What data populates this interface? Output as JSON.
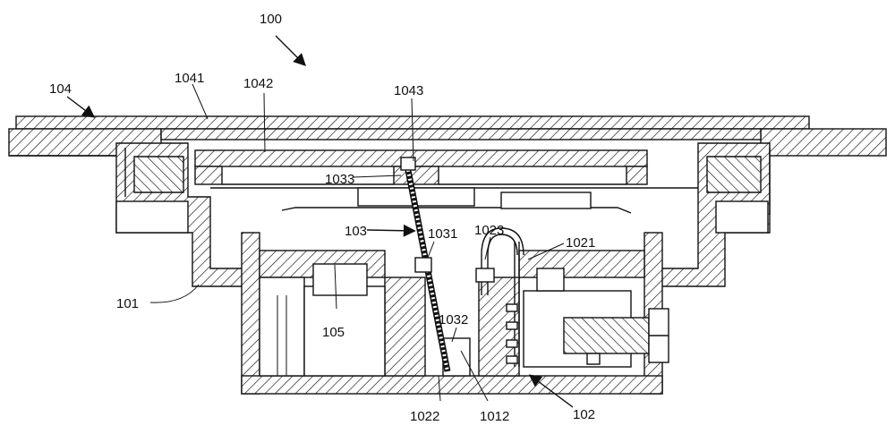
{
  "labels": {
    "assembly": "100",
    "cover": "104",
    "cover_top": "1041",
    "cover_inner": "1042",
    "cover_post": "1043",
    "spring_top": "1033",
    "spring": "103",
    "spring_clip": "1031",
    "contact_tab": "1023",
    "contact_arm": "1021",
    "housing": "101",
    "spring_bottom": "1032",
    "block": "105",
    "base_terminal": "1022",
    "base_slot": "1012",
    "terminal": "102"
  }
}
